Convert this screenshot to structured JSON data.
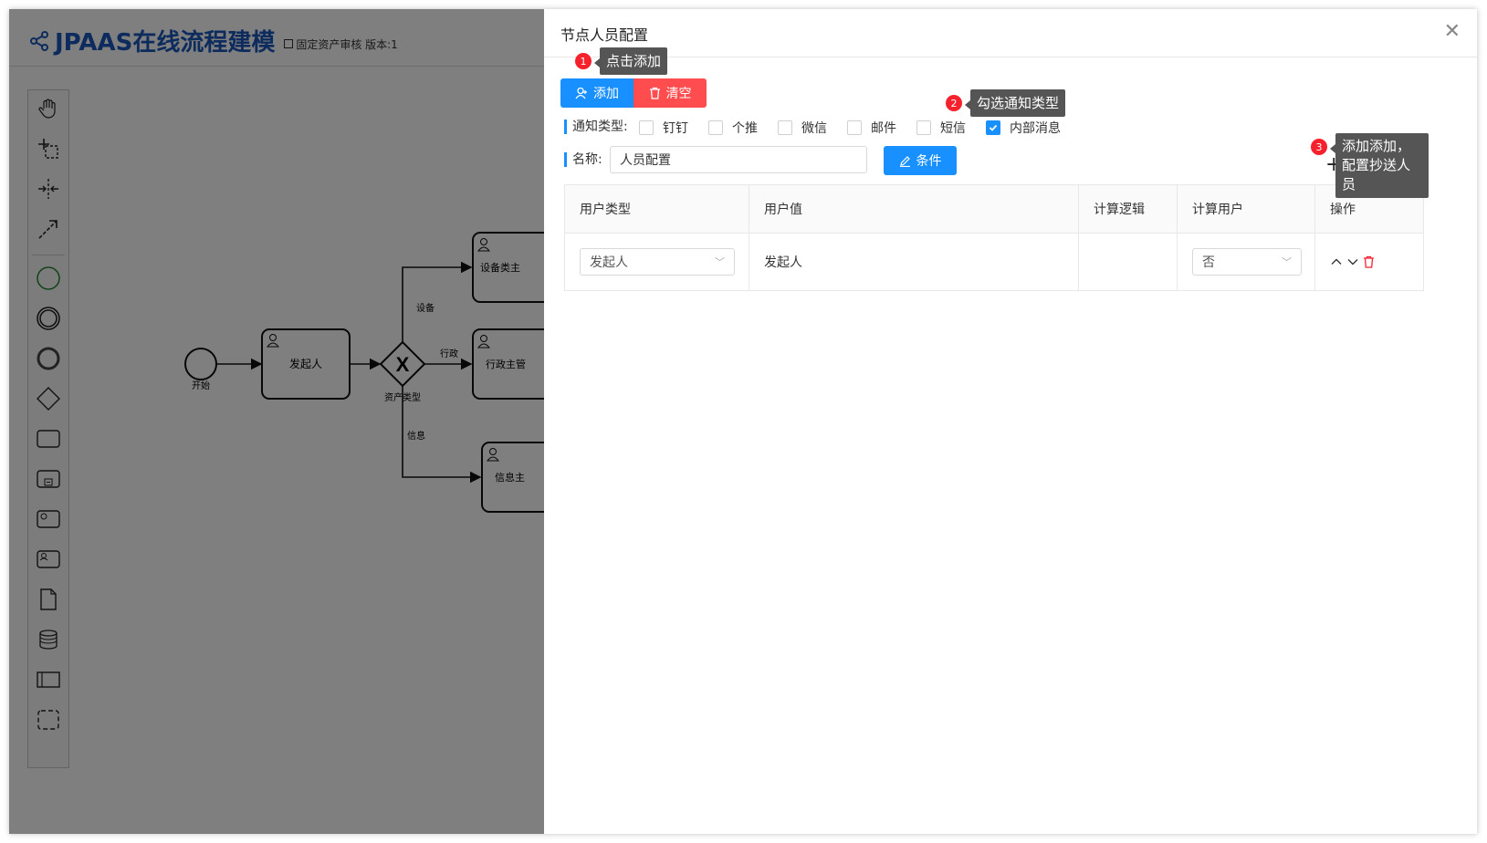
{
  "app": {
    "title": "JPAAS在线流程建模",
    "subtitle": "固定资产审核 版本:1"
  },
  "palette": {
    "items": [
      "hand-tool-icon",
      "lasso-tool-icon",
      "space-tool-icon",
      "connect-tool-icon",
      "start-event-icon",
      "intermediate-event-icon",
      "end-event-icon",
      "gateway-icon",
      "task-icon",
      "subprocess-icon",
      "service-task-icon",
      "user-task-icon",
      "data-object-icon",
      "data-store-icon",
      "pool-icon",
      "group-icon"
    ]
  },
  "diagram": {
    "start_label": "开始",
    "initiator_task": "发起人",
    "gateway_label": "资产类型",
    "flow_labels": [
      "设备",
      "行政",
      "信息"
    ],
    "tasks": [
      "设备类主",
      "行政主管",
      "信息主"
    ]
  },
  "panel": {
    "title": "节点人员配置",
    "add_label": "添加",
    "clear_label": "清空",
    "notify_label": "通知类型:",
    "notify_options": [
      {
        "label": "钉钉",
        "checked": false
      },
      {
        "label": "个推",
        "checked": false
      },
      {
        "label": "微信",
        "checked": false
      },
      {
        "label": "邮件",
        "checked": false
      },
      {
        "label": "短信",
        "checked": false
      },
      {
        "label": "内部消息",
        "checked": true
      }
    ],
    "name_label": "名称:",
    "name_value": "人员配置",
    "condition_label": "条件",
    "table": {
      "headers": [
        "用户类型",
        "用户值",
        "计算逻辑",
        "计算用户",
        "操作"
      ],
      "rows": [
        {
          "user_type": "发起人",
          "user_value": "发起人",
          "logic": "",
          "calc_user": "否"
        }
      ]
    }
  },
  "tips": [
    {
      "num": "1",
      "text": "点击添加"
    },
    {
      "num": "2",
      "text": "勾选通知类型"
    },
    {
      "num": "3",
      "text": "添加添加，配置抄送人员"
    }
  ],
  "colors": {
    "primary": "#1890ff",
    "danger": "#ff4d4f",
    "badge": "#f5222d",
    "brand": "#1a56b8"
  }
}
